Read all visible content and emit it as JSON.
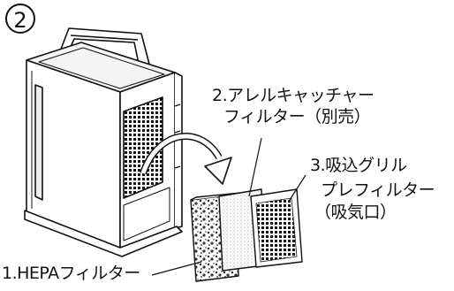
{
  "step_number": "2",
  "labels": {
    "hepa": "1.HEPAフィルター",
    "allergen_line1": "2.アレルキャッチャー",
    "allergen_line2": "フィルター（別売）",
    "grille_line1": "3.吸込グリル",
    "grille_line2": "プレフィルター",
    "grille_line3": "（吸気口）"
  }
}
